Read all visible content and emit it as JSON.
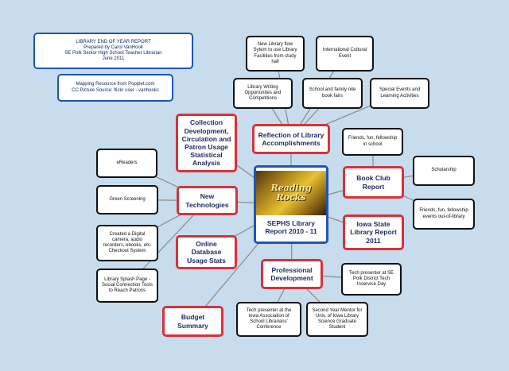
{
  "info": {
    "title_lines": [
      "LIBRARY END OF YEAR REPORT",
      "Prepared by Carol VanHook",
      "SE Polk Senior High School Teacher Librarian",
      "June 2011"
    ],
    "source_lines": [
      "Mapping Resource from Popplet.com",
      "CC Picture Source: flickr user - vanhookc"
    ]
  },
  "center": {
    "image_text_1": "Reading",
    "image_text_2": "Rocks",
    "title": "SEPHS Library Report 2010 - 11"
  },
  "branches": {
    "reflection": "Reflection of Library Accomplishments",
    "collection": "Collection Development, Circulation and Patron Usage Statistical Analysis",
    "technologies": "New Technologies",
    "online_db": "Online Database Usage Stats",
    "budget": "Budget Summary",
    "professional": "Professional Development",
    "iowa_state": "Iowa State Library Report 2011",
    "book_club": "Book Club Report"
  },
  "leaves": {
    "flow_system": "New Library flow Sytem to use Library Facilities from study hall",
    "cultural_event": "International Cultural Event",
    "writing_opps": "Library Writing Opportunites and Competitions",
    "book_fairs": "School and family nite book fairs",
    "special_events": "Special Events and Learning Activities",
    "friends_school": "Friends, fun, fellowship in school",
    "scholarship": "Scholarship",
    "friends_out": "Friends, fun, fellowship events out-of-library",
    "ereaders": "eReaders",
    "green_screening": "Green Screening",
    "digital_checkout": "Created a Digital camera, audio recorders, ebooks, etc. Checkout System",
    "splash_page": "Library Splash Page - Social Connection Tools to Reach Patrons",
    "tech_inservice": "Tech presenter at SE Polk District Tech Inservice Day",
    "tech_conference": "Tech presenter at the Iowa Association of School Librarians' Conference",
    "mentor": "Second Year Mentor for Univ. of Iowa Library Science Graduate Student"
  },
  "colors": {
    "background": "#c7dcec",
    "branch_border": "#d8323a",
    "leaf_border": "#111111",
    "center_border": "#1f55b4",
    "connector": "#8a8a8a"
  }
}
